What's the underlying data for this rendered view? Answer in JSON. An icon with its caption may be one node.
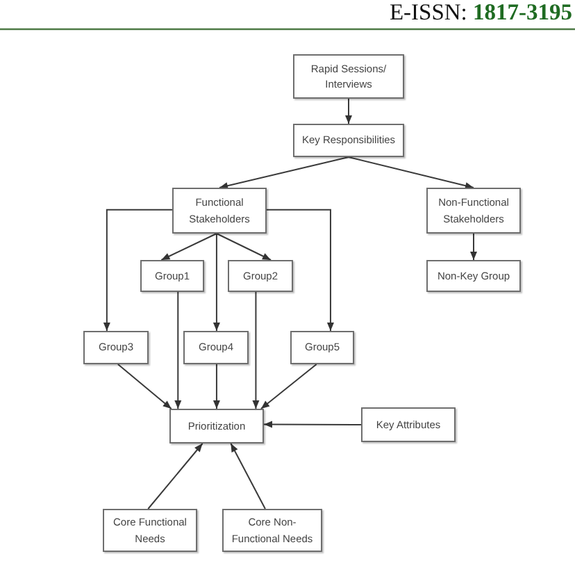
{
  "diagram": {
    "nodes": [
      {
        "text": [
          "Rapid Sessions/ Interviews"
        ]
      },
      {
        "text": [
          "Key Responsibilities"
        ]
      },
      {
        "text": [
          "Functional Stakeholders"
        ]
      },
      {
        "text": [
          "Non-Functional Stakeholders"
        ]
      },
      {
        "text": [
          "Group1"
        ]
      },
      {
        "text": [
          "Group2"
        ]
      },
      {
        "text": [
          "Non-Key Group"
        ]
      },
      {
        "text": [
          "Group3"
        ]
      },
      {
        "text": [
          "Group4"
        ]
      },
      {
        "text": [
          "Group5"
        ]
      },
      {
        "text": [
          "Prioritization"
        ]
      },
      {
        "text": [
          "Key Attributes"
        ]
      },
      {
        "text": [
          "Core Functional Needs"
        ]
      },
      {
        "text": [
          "Core Non-Functional Needs"
        ]
      }
    ],
    "edges": [
      {
        "from": 0,
        "to": 1,
        "arrow": "to"
      },
      {
        "from": 1,
        "to": 2,
        "arrow": "to"
      },
      {
        "from": 1,
        "to": 3,
        "arrow": "to"
      },
      {
        "from": 2,
        "to": 7,
        "arrow": "to"
      },
      {
        "from": 2,
        "to": 4,
        "arrow": "to"
      },
      {
        "from": 2,
        "to": 8,
        "arrow": "to"
      },
      {
        "from": 2,
        "to": 5,
        "arrow": "to"
      },
      {
        "from": 2,
        "to": 9,
        "arrow": "to"
      },
      {
        "from": 3,
        "to": 6,
        "arrow": "to"
      },
      {
        "from": 7,
        "to": 10,
        "arrow": "to"
      },
      {
        "from": 4,
        "to": 10,
        "arrow": "to"
      },
      {
        "from": 8,
        "to": 10,
        "arrow": "to"
      },
      {
        "from": 5,
        "to": 10,
        "arrow": "to"
      },
      {
        "from": 9,
        "to": 10,
        "arrow": "to"
      },
      {
        "from": 11,
        "to": 10,
        "arrow": "to"
      },
      {
        "from": 12,
        "to": 10,
        "arrow": "to"
      },
      {
        "from": 13,
        "to": 10,
        "arrow": "to"
      }
    ],
    "labels": [
      "E-ISSN: **1817-3195**"
    ]
  }
}
